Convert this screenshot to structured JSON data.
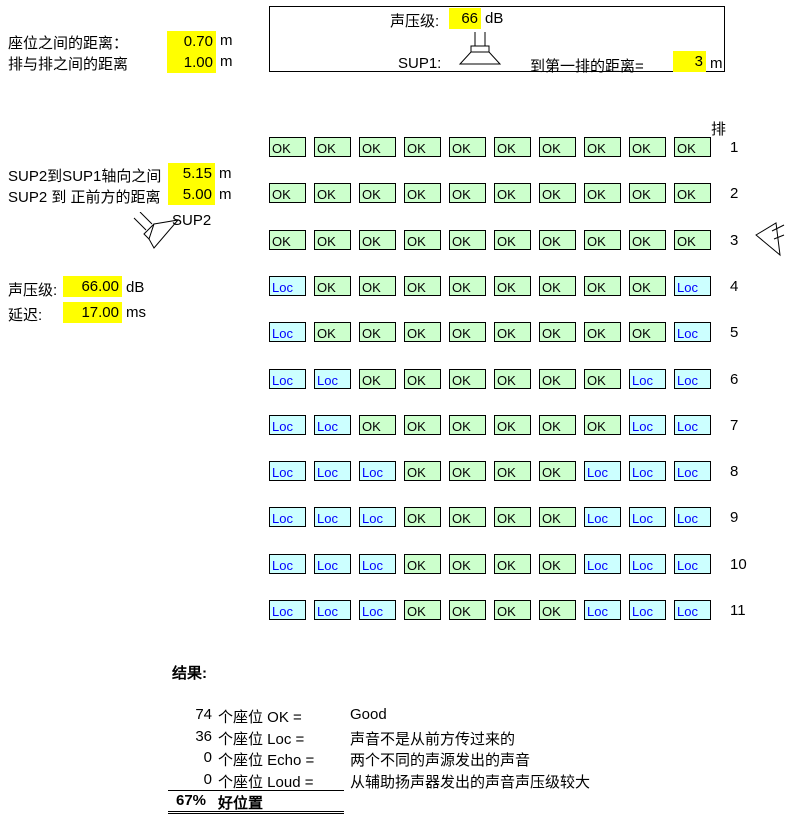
{
  "params": {
    "seat_dist_label": "座位之间的距离：",
    "seat_dist": "0.70",
    "seat_dist_unit": "m",
    "row_dist_label": "排与排之间的距离",
    "row_dist": "1.00",
    "row_dist_unit": "m"
  },
  "sup1": {
    "spl_label": "声压级:",
    "spl": "66",
    "spl_unit": "dB",
    "name": "SUP1:",
    "first_row_label": "到第一排的距离=",
    "first_row": "3",
    "first_row_unit": "m"
  },
  "sup2": {
    "axis_label": "SUP2到SUP1轴向之间",
    "axis": "5.15",
    "axis_unit": "m",
    "front_label": "SUP2 到 正前方的距离",
    "front": "5.00",
    "front_unit": "m",
    "name": "SUP2",
    "spl_label": "声压级:",
    "spl": "66.00",
    "spl_unit": "dB",
    "delay_label": "延迟:",
    "delay": "17.00",
    "delay_unit": "ms"
  },
  "grid": {
    "row_header": "排",
    "rows": [
      {
        "n": "1",
        "seats": [
          "OK",
          "OK",
          "OK",
          "OK",
          "OK",
          "OK",
          "OK",
          "OK",
          "OK",
          "OK"
        ]
      },
      {
        "n": "2",
        "seats": [
          "OK",
          "OK",
          "OK",
          "OK",
          "OK",
          "OK",
          "OK",
          "OK",
          "OK",
          "OK"
        ]
      },
      {
        "n": "3",
        "seats": [
          "OK",
          "OK",
          "OK",
          "OK",
          "OK",
          "OK",
          "OK",
          "OK",
          "OK",
          "OK"
        ]
      },
      {
        "n": "4",
        "seats": [
          "Loc",
          "OK",
          "OK",
          "OK",
          "OK",
          "OK",
          "OK",
          "OK",
          "OK",
          "Loc"
        ]
      },
      {
        "n": "5",
        "seats": [
          "Loc",
          "OK",
          "OK",
          "OK",
          "OK",
          "OK",
          "OK",
          "OK",
          "OK",
          "Loc"
        ]
      },
      {
        "n": "6",
        "seats": [
          "Loc",
          "Loc",
          "OK",
          "OK",
          "OK",
          "OK",
          "OK",
          "OK",
          "Loc",
          "Loc"
        ]
      },
      {
        "n": "7",
        "seats": [
          "Loc",
          "Loc",
          "OK",
          "OK",
          "OK",
          "OK",
          "OK",
          "OK",
          "Loc",
          "Loc"
        ]
      },
      {
        "n": "8",
        "seats": [
          "Loc",
          "Loc",
          "Loc",
          "OK",
          "OK",
          "OK",
          "OK",
          "Loc",
          "Loc",
          "Loc"
        ]
      },
      {
        "n": "9",
        "seats": [
          "Loc",
          "Loc",
          "Loc",
          "OK",
          "OK",
          "OK",
          "OK",
          "Loc",
          "Loc",
          "Loc"
        ]
      },
      {
        "n": "10",
        "seats": [
          "Loc",
          "Loc",
          "Loc",
          "OK",
          "OK",
          "OK",
          "OK",
          "Loc",
          "Loc",
          "Loc"
        ]
      },
      {
        "n": "11",
        "seats": [
          "Loc",
          "Loc",
          "Loc",
          "OK",
          "OK",
          "OK",
          "OK",
          "Loc",
          "Loc",
          "Loc"
        ]
      }
    ]
  },
  "results": {
    "title": "结果:",
    "items": [
      {
        "count": "74",
        "label": "个座位 OK =",
        "desc": "Good"
      },
      {
        "count": "36",
        "label": "个座位 Loc =",
        "desc": "声音不是从前方传过来的"
      },
      {
        "count": "0",
        "label": "个座位 Echo =",
        "desc": "两个不同的声源发出的声音"
      },
      {
        "count": "0",
        "label": "个座位 Loud =",
        "desc": "从辅助扬声器发出的声音声压级较大"
      }
    ],
    "percent": "67%",
    "percent_label": "好位置"
  },
  "colors": {
    "highlight": "#ffff00",
    "ok": "#ccffcc",
    "loc": "#ccffff"
  }
}
